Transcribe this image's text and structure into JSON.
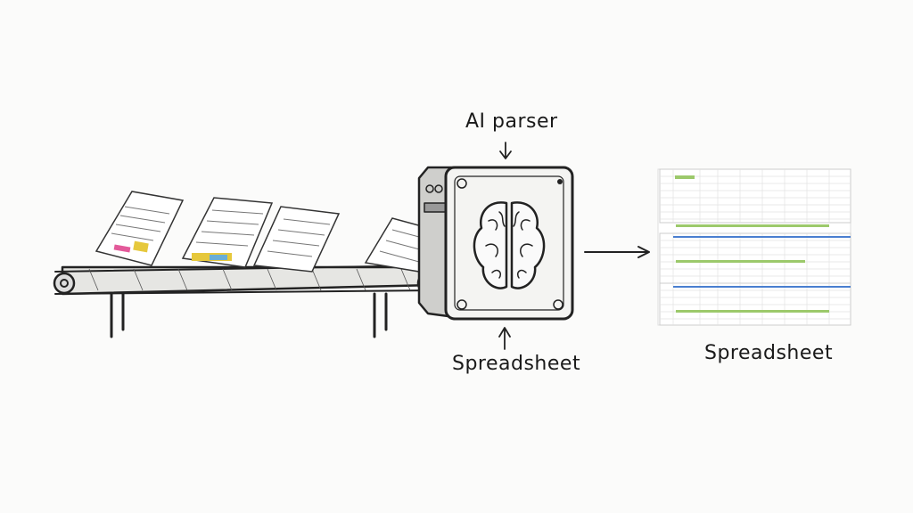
{
  "labels": {
    "top_label": "AI parser",
    "bottom_label": "Spreadsheet",
    "output_label": "Spreadsheet"
  },
  "colors": {
    "ink": "#222222",
    "highlight_green": "#9cc96b",
    "highlight_blue": "#4a7fd0",
    "paper": "#ffffff"
  },
  "icons": [
    "conveyor-belt",
    "document",
    "brain",
    "arrow-right",
    "arrow-down",
    "arrow-up",
    "spreadsheet"
  ]
}
